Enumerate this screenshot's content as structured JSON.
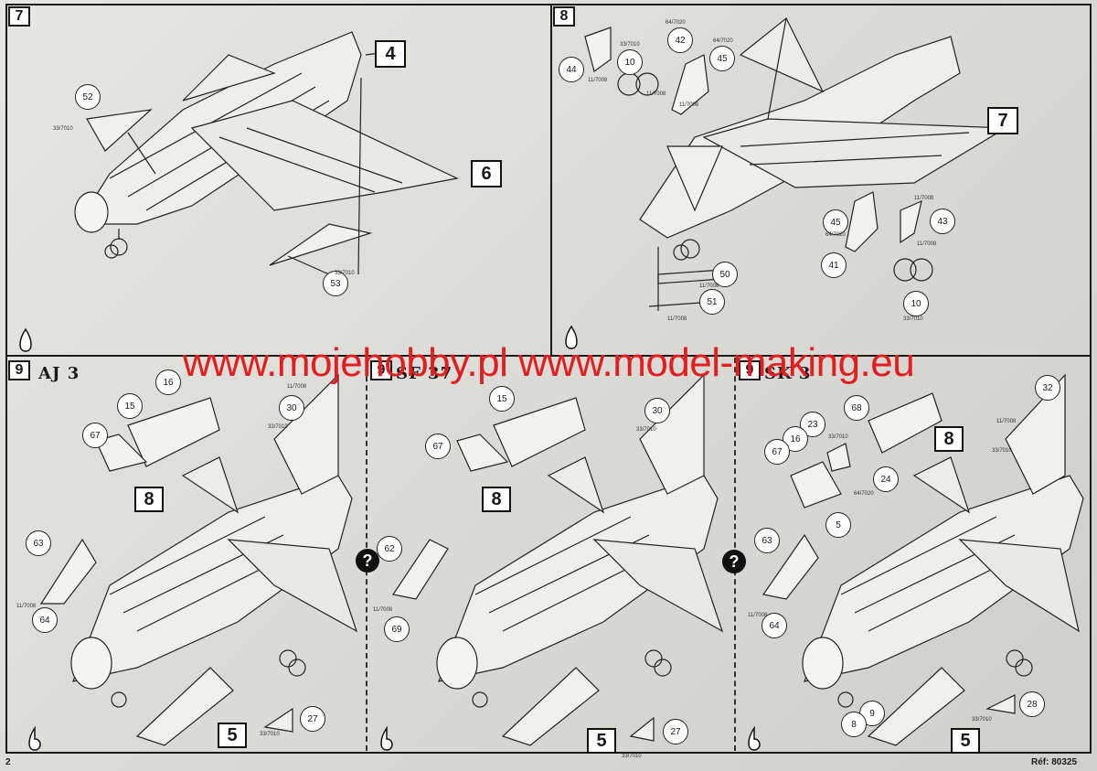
{
  "page": {
    "page_number": "2",
    "reference": "Réf: 80325"
  },
  "watermark": "www.mojehobby.pl www.model-making.eu",
  "steps": {
    "s7": {
      "number": "7",
      "assembly_box_a": "4",
      "assembly_box_b": "6",
      "parts": [
        "52",
        "53"
      ],
      "codes": [
        "33/7010",
        "33/7010"
      ]
    },
    "s8": {
      "number": "8",
      "assembly_box": "7",
      "parts": [
        "44",
        "42",
        "45",
        "10",
        "45",
        "43",
        "41",
        "50",
        "51",
        "10"
      ],
      "codes": [
        "33/7010",
        "64/7020",
        "64/7020",
        "11/7008",
        "11/7008",
        "11/7008",
        "11/7008",
        "64/7020",
        "11/7008",
        "11/7008",
        "11/7008",
        "33/7010"
      ]
    },
    "s9a": {
      "number": "9",
      "variant": "AJ 3",
      "assembly_box_a": "8",
      "assembly_box_b": "5",
      "parts": [
        "16",
        "15",
        "67",
        "30",
        "63",
        "64",
        "27"
      ],
      "codes": [
        "11/7008",
        "33/7010",
        "11/7008",
        "33/7010"
      ]
    },
    "s9b": {
      "number": "9",
      "variant": "SF 37",
      "assembly_box_a": "8",
      "assembly_box_b": "5",
      "parts": [
        "15",
        "30",
        "67",
        "62",
        "69",
        "27"
      ],
      "codes": [
        "33/7010",
        "11/7008",
        "33/7010"
      ]
    },
    "s9c": {
      "number": "9",
      "variant": "SK 3",
      "assembly_box_a": "8",
      "assembly_box_b": "5",
      "parts": [
        "32",
        "68",
        "23",
        "16",
        "67",
        "24",
        "5",
        "63",
        "64",
        "9",
        "8",
        "28"
      ],
      "codes": [
        "11/7008",
        "33/7010",
        "33/7010",
        "64/7020",
        "11/7008",
        "33/7010"
      ]
    }
  },
  "icons": [
    "glue-drop-icon",
    "question-icon"
  ]
}
